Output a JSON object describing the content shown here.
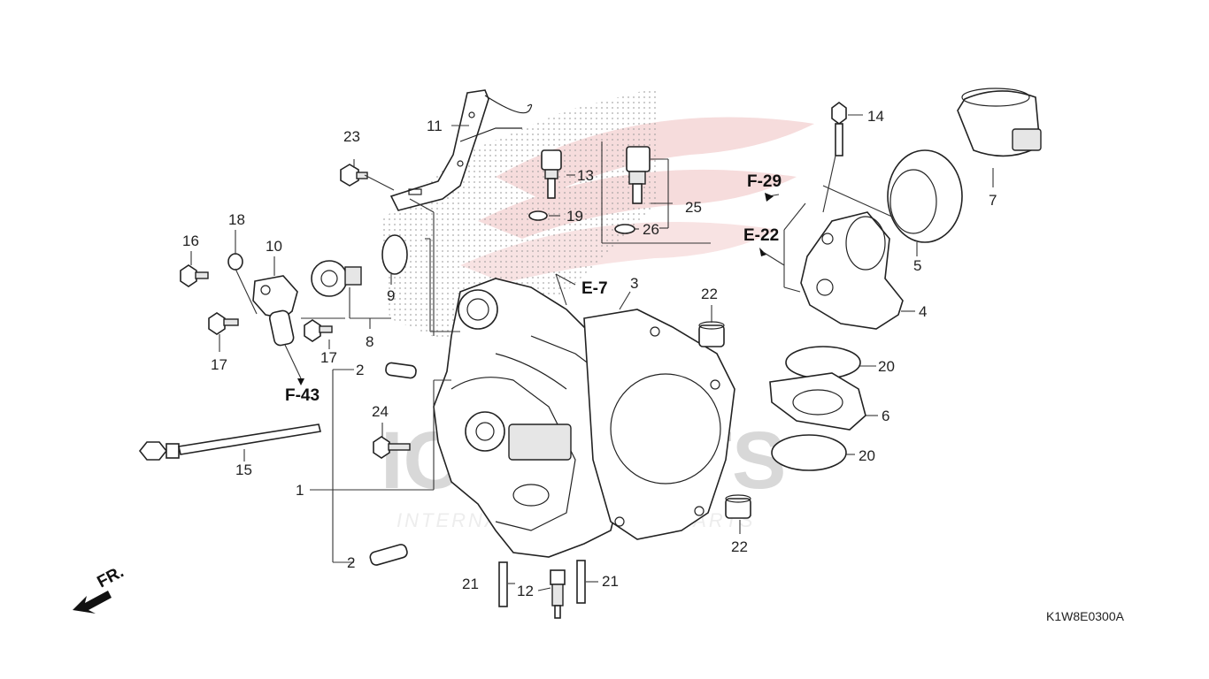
{
  "diagram": {
    "watermark": {
      "brand": "ICSPARTS",
      "tagline": "INTERNATIONAL SPARE PARTS"
    },
    "part_code": "K1W8E0300A",
    "front_marker": "FR.",
    "references": {
      "e7": "E-7",
      "e22": "E-22",
      "f29": "F-29",
      "f43": "F-43"
    },
    "callouts": {
      "c1": "1",
      "c2a": "2",
      "c2b": "2",
      "c3": "3",
      "c4": "4",
      "c5": "5",
      "c6": "6",
      "c7": "7",
      "c8": "8",
      "c9": "9",
      "c10": "10",
      "c11": "11",
      "c12": "12",
      "c13": "13",
      "c14": "14",
      "c15": "15",
      "c16": "16",
      "c17a": "17",
      "c17b": "17",
      "c18": "18",
      "c19": "19",
      "c20a": "20",
      "c20b": "20",
      "c21a": "21",
      "c21b": "21",
      "c22a": "22",
      "c22b": "22",
      "c23": "23",
      "c24": "24",
      "c25": "25",
      "c26": "26"
    }
  }
}
